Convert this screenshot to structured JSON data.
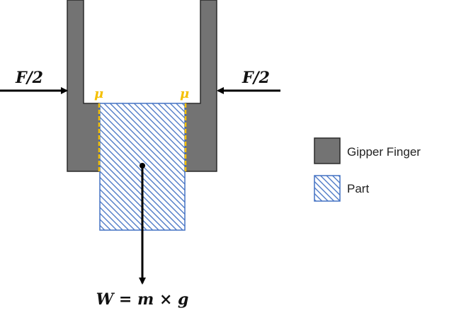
{
  "labels": {
    "force_left": "F/2",
    "force_right": "F/2",
    "friction_left": "μ",
    "friction_right": "μ",
    "weight": "W = m × g"
  },
  "legend": {
    "finger_label": "Gipper Finger",
    "part_label": "Part"
  },
  "colors": {
    "finger_fill": "#737373",
    "finger_stroke": "#2b2b2b",
    "part_hatch": "#4472c4",
    "friction_line": "#f5c000",
    "arrow": "#000000"
  }
}
